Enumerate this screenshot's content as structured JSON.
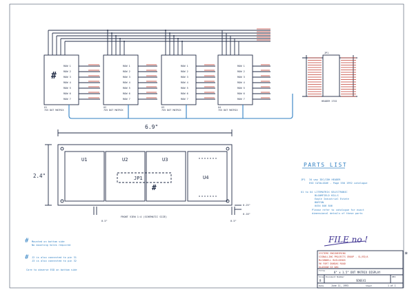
{
  "modules": [
    {
      "ref": "U1",
      "name": "7X5 DOT MATRIX",
      "mark": "#"
    },
    {
      "ref": "U2",
      "name": "7X5 DOT MATRIX",
      "mark": ""
    },
    {
      "ref": "U3",
      "name": "7X5 DOT MATRIX",
      "mark": ""
    },
    {
      "ref": "U4",
      "name": "7X5 DOT MATRIX",
      "mark": ""
    }
  ],
  "rows": [
    "ROW 1",
    "ROW 2",
    "ROW 3",
    "ROW 4",
    "ROW 5",
    "ROW 6",
    "ROW 7"
  ],
  "header": {
    "ref": "JP1",
    "name": "HEADER 17X2"
  },
  "front_view": {
    "width": "6.9\"",
    "height": "2.4\"",
    "labels": [
      "U1",
      "U2",
      "U3",
      "U4"
    ],
    "jumper": "JP1",
    "mark": "#",
    "caption": "FRONT VIEW 1:4 (SCHEMATIC SIZE)",
    "dims": [
      "0.5\"",
      "0.25\"",
      "0.16\"",
      "0.5\""
    ]
  },
  "parts_list": {
    "title": "PARTS LIST",
    "entries": [
      {
        "ref": "JP1",
        "lines": [
          "34 way IDC/IDH HEADER",
          "ESD CATALOGUE - Page 350 1992 catalogue"
        ]
      },
      {
        "ref": "U1 to U4",
        "lines": [
          "LITEMATRIX SELECTRONIC",
          "BLOOMFIELD HILLS",
          "Eagle Industrial Estate",
          "BURTON",
          "0454 846 846"
        ]
      }
    ],
    "footnote": [
      "Please refer to catalogue for exact",
      "dimensional details of these parts"
    ]
  },
  "notes": [
    {
      "mark": "#",
      "lines": [
        "Mounted on bottom side",
        "No mounting holes required"
      ]
    },
    {
      "mark": "#",
      "lines": [
        "J2 is also connected to pin 31",
        "J3 is also connected to pin 32"
      ]
    }
  ],
  "bottom_note": "Care to observe ESD on bottom side",
  "handwriting": "FILE no !",
  "title_block": {
    "company": [
      "SYSTEMS ENGINEERING",
      "SIGNALLING PROJECTS GROUP - SL/ED/A",
      "McCONNELL BUILDINGS",
      "96 FORT DUNDAS ROAD",
      "GLASGOW G3 0AS"
    ],
    "title_label": "Title",
    "title": "8\" x 1.5\" DOT MATRIX DISPLAY",
    "size_label": "Size",
    "size": "B",
    "doc_label": "Document Number",
    "doc": "SD6E41",
    "rev_label": "REV",
    "date_label": "Date",
    "date": "June 11, 1993",
    "sheet_label": "Sheet",
    "sheet": "1 of 1"
  },
  "star": "*",
  "colors": {
    "ink": "#1f2a44",
    "wire": "#2f7fc2",
    "net_label": "#c0392b",
    "handwriting": "#3b2f8f"
  }
}
